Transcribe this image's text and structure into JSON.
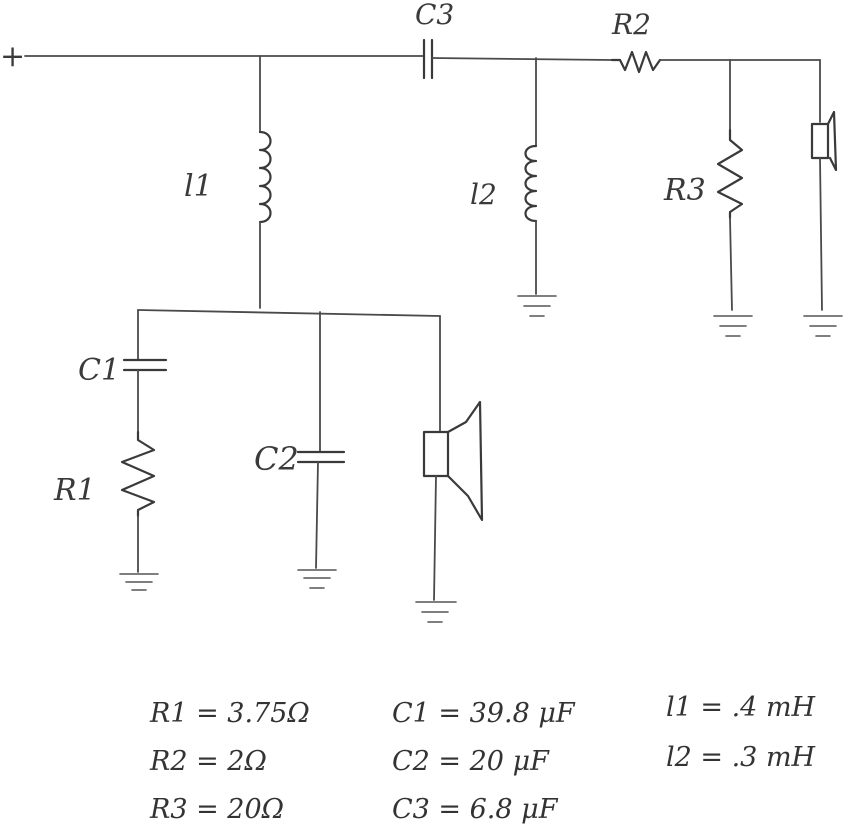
{
  "diagram": {
    "terminal": "+",
    "labels": {
      "C3": "C3",
      "R2": "R2",
      "L1": "l1",
      "L2": "l2",
      "R3": "R3",
      "C1": "C1",
      "C2": "C2",
      "R1": "R1"
    }
  },
  "values": {
    "r1": "R1 = 3.75Ω",
    "r2": "R2 = 2Ω",
    "r3": "R3 = 20Ω",
    "c1": "C1 = 39.8 μF",
    "c2": "C2 = 20 μF",
    "c3": "C3 = 6.8 μF",
    "l1": "l1 = .4 mH",
    "l2": "l2 = .3 mH"
  },
  "colors": {
    "ink": "#3a3a3a",
    "paper": "#ffffff"
  }
}
